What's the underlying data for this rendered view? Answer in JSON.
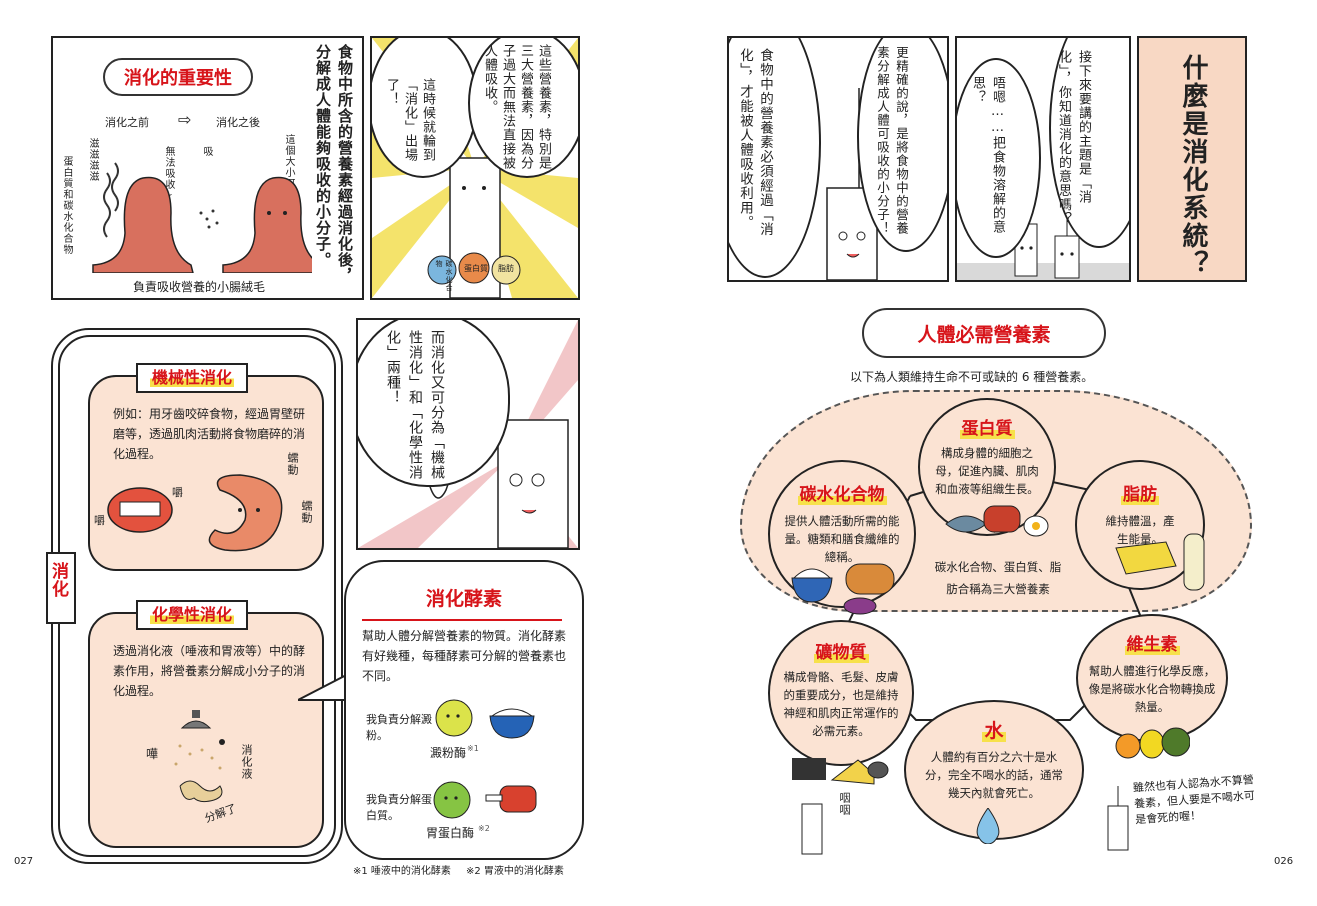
{
  "page_numbers": {
    "left": "027",
    "right": "026"
  },
  "left": {
    "panel1": {
      "title": "消化的重要性",
      "before": "消化之前",
      "after": "消化之後",
      "label_nutrients": "蛋白質和碳水化合物",
      "hand1": "滋滋滋滋",
      "hand2": "無法吸收~",
      "hand3": "吸",
      "hand4": "這個大小可以!",
      "caption": "負責吸收營養的小腸絨毛"
    },
    "panel1_narration": "食物中所含的營養素經過消化後，分解成人體能夠吸收的小分子。",
    "panel2": {
      "bubble1": "這些營養素，特別是三大營養素，因為分子過大而無法直接被人體吸收。",
      "bubble2": "這時候就輪到「消化」出場了！",
      "food1": "碳水化合物",
      "food2": "蛋白質",
      "food3": "脂肪"
    },
    "panel3": {
      "bubble": "而消化又可分為「機械性消化」和「化學性消化」兩種！"
    },
    "digestion": {
      "side_label": "消化",
      "mechanical": {
        "title": "機械性消化",
        "text": "例如：用牙齒咬碎食物，經過胃壁研磨等，透過肌肉活動將食物磨碎的消化過程。",
        "sfx1": "嚼",
        "sfx2": "嚼",
        "sfx3": "蠕動",
        "sfx4": "蠕動"
      },
      "chemical": {
        "title": "化學性消化",
        "text": "透過消化液（唾液和胃液等）中的酵素作用，將營養素分解成小分子的消化過程。",
        "sfx1": "嘩",
        "label": "消化液",
        "sfx2": "分解了"
      }
    },
    "enzyme": {
      "title": "消化酵素",
      "text": "幫助人體分解營養素的物質。消化酵素有好幾種，每種酵素可分解的營養素也不同。",
      "hand1": "我負責分解澱粉。",
      "name1": "澱粉酶",
      "note1": "※1",
      "hand2": "我負責分解蛋白質。",
      "name2": "胃蛋白酶",
      "note2": "※2"
    },
    "footnote1": "※1 唾液中的消化酵素",
    "footnote2": "※2 胃液中的消化酵素"
  },
  "right": {
    "header": "什麼是消化系統？",
    "panelA": {
      "bubble1": "接下來要講的主題是「消化」，你知道消化的意思嗎？",
      "bubble2": "唔嗯……把食物溶解的意思？"
    },
    "panelB": {
      "bubble1": "更精確的說，是將食物中的營養素分解成人體可吸收的小分子！",
      "bubble2": "食物中的營養素必須經過「消化」，才能被人體吸收利用。"
    },
    "nutrients": {
      "title": "人體必需營養素",
      "subtitle": "以下為人類維持生命不可或缺的 6 種營養素。",
      "protein": {
        "title": "蛋白質",
        "text": "構成身體的細胞之母，促進內臟、肌肉和血液等組織生長。"
      },
      "carbs": {
        "title": "碳水化合物",
        "text": "提供人體活動所需的能量。糖類和膳食纖維的總稱。"
      },
      "fat": {
        "title": "脂肪",
        "text": "維持體溫，產生能量。"
      },
      "macro_note": "碳水化合物、蛋白質、脂肪合稱為三大營養素",
      "minerals": {
        "title": "礦物質",
        "text": "構成骨骼、毛髮、皮膚的重要成分，也是維持神經和肌肉正常運作的必需元素。"
      },
      "water": {
        "title": "水",
        "text": "人體約有百分之六十是水分，完全不喝水的話，通常幾天內就會死亡。"
      },
      "vitamins": {
        "title": "維生素",
        "text": "幫助人體進行化學反應，像是將碳水化合物轉換成熱量。"
      },
      "sfx_gulp": "咽咽",
      "hand_note": "雖然也有人認為水不算營養素，但人要是不喝水可是會死的喔！"
    }
  },
  "colors": {
    "accent_red": "#d7141a",
    "peach": "#fbe3d3",
    "highlight_yellow": "#f7e14a",
    "header_bg": "#f8d8c4"
  }
}
